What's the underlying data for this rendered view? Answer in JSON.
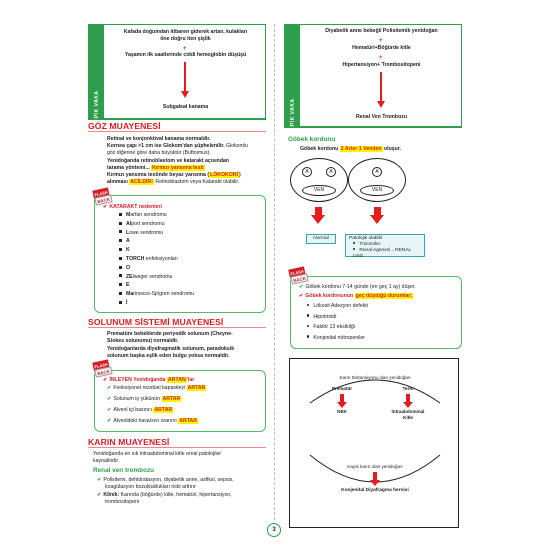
{
  "left": {
    "vaka1": {
      "tab": "TİPİK VAKA",
      "line1": "Kafada doğumdan itibaren giderek artan, kulakları",
      "line2": "öne doğru iten şişlik",
      "star1": "+",
      "line3": "Yaşamın ilk saatlerinde ciddi hemoglobin düşüşü",
      "result": "Subgaleal kanama"
    },
    "goz": {
      "title": "GÖZ MUAYENESİ",
      "p1": "Retinal ve konjonktival kanama normaldir.",
      "p2a": "Kornea çapı >1 cm ise Glokom'dan şüphelenilir.",
      "p2b": " Glokomlu",
      "p2c": "göz diğerine göre daha büyüktür (Buftoimus).",
      "p3a": "Yenidoğanda retinoblastom ve katarakt açısından",
      "p3b": "tarama yöntemi... ",
      "p3c": "Kırmızı yansıma testi",
      "p4a": "Kırmızı yansıma testinde beyaz yansıma (",
      "p4b": "LÖKOKORİ",
      "p4c": ")",
      "p5a": "alınması ",
      "p5b": "ACİLDİR!",
      "p5c": " Retinoblastom veya Katarakt olabilir."
    },
    "fb1": {
      "badge_top": "FLASH",
      "badge_bottom": "BACK",
      "header_a": "KATARAKT",
      "header_b": " nedenleri",
      "items": [
        {
          "first": "M",
          "rest": "arfan sendromu"
        },
        {
          "first": "Al",
          "rest": "port sendromu"
        },
        {
          "first": "L",
          "rest": "owe sendromu"
        },
        {
          "first": "A",
          "rest": ""
        },
        {
          "first": "K",
          "rest": ""
        },
        {
          "first": "TORCH",
          "rest": " enfeksiyonları"
        },
        {
          "first": "O",
          "rest": ""
        },
        {
          "first": "ZE",
          "rest": "lweger sendromu"
        },
        {
          "first": "E",
          "rest": ""
        },
        {
          "first": "Ma",
          "rest": "rinesco-Sjögren sendromu"
        },
        {
          "first": "İ",
          "rest": ""
        }
      ]
    },
    "solunum": {
      "title": "SOLUNUM SİSTEMİ MUAYENESİ",
      "p1a": "Prematüre bebeklerde periyodik solunum (Cheyne-",
      "p1b": "Stokes solunumu) normaldir.",
      "p2a": "Yenidoğanlarda diyafragmatik solunum, paradoksik",
      "p2b": "solunum başka eşlik eden bulgu yoksa normaldir."
    },
    "fb2": {
      "badge_top": "FLASH",
      "badge_bottom": "BACK",
      "header_a": "İNLEYEN Yenidoğanda ",
      "header_b": "ARTAN",
      "header_c": "'lar",
      "items": [
        {
          "text": "Fonksiyonel rezidüel kapasiteyi ",
          "hl": "ARTAR"
        },
        {
          "text": "Solunum iş yükünün ",
          "hl": "ARTAR"
        },
        {
          "text": "Alveol içi basıncı ",
          "hl": "ARTAR"
        },
        {
          "text": "Alveoldeki hava/sıvı oranını ",
          "hl": "ARTAR"
        }
      ]
    },
    "karin": {
      "title": "KARIN MUAYENESİ",
      "p1a": "Yenidoğanda en sık intraabdominal kitle renal patolojiler",
      "p1b": "kaynaklıdır.",
      "sub": "Renal ven trombozu",
      "b1a": "Polisitemi, dehidratasyon, diyabetik anne, asfiksi, sepsis,",
      "b1b": "koagülasyon bozukluklukları riski arttırır",
      "b2a": "Klinik:",
      "b2b": " Karında (böğürde) kitle, hematüri, hipertansiyon,",
      "b2c": "trombositopeni"
    },
    "page_number": "3"
  },
  "right": {
    "vaka2": {
      "tab": "TİPİK VAKA",
      "line1": "Diyabetik anne bebeği/ Polisitemik yenidoğan",
      "star1": "+",
      "line2": "Hematüri+Böğürde kitle",
      "star2": "+",
      "line3": "Hipertansiyon+ Trombositopeni",
      "result": "Renal Ven Trombozu"
    },
    "gobek": {
      "sub": "Göbek kordonu",
      "line_a": "Göbek kordonu ",
      "line_b": "2 Arter 1 Venden",
      "line_c": " oluşur.",
      "a_label": "A",
      "ven_label": "VEN",
      "normal": "Normal",
      "pat_title": "Patolojik olabilir",
      "pat_items": [
        "Trizomiler",
        "Renal Agenezi→RENAL USG"
      ]
    },
    "fb3": {
      "badge_top": "FLASH",
      "badge_bottom": "BACK",
      "l1": "Göbek kordonu 7-14 günde (en geç 1 ay) düşer.",
      "l2a": "Göbek kordonunun ",
      "l2b": "geç düştüğü durumlar;",
      "items": [
        "Lökosit Adezyon defekti",
        "Hipotiroidi",
        "Faktör 13 eksikliği",
        "Konjenital nötropeniler"
      ]
    },
    "panel": {
      "top_label": "Karın Distansiyonu olan yenidoğan",
      "prem": "Prematür",
      "term": "Term",
      "nek": "NEK",
      "intra_a": "İntraabdominal",
      "intra_b": "Kitle",
      "bottom_label": "Kayık karın olan yenidoğan",
      "hernia": "Konjenital Diyafragma hernisi"
    }
  },
  "colors": {
    "green": "#2f9e4a",
    "red": "#d21f26",
    "yellow": "#fff200",
    "teal": "#3aa5a8"
  }
}
